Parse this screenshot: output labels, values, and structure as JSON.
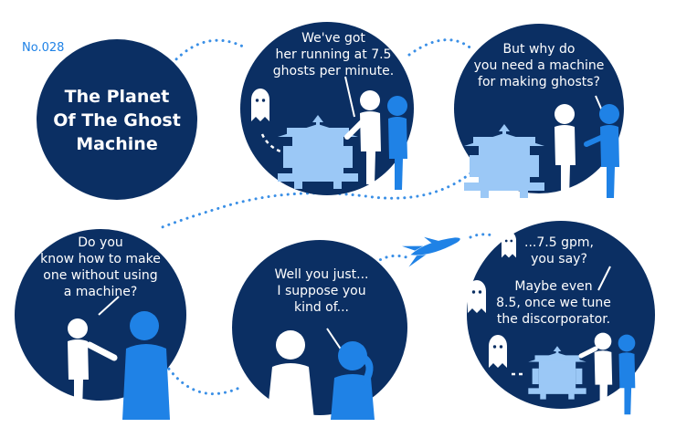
{
  "issue_number": "No.028",
  "title_lines": [
    "The Planet",
    "Of The Ghost",
    "Machine"
  ],
  "panels": {
    "p2": {
      "lines": [
        "We've got",
        "her running at 7.5",
        "ghosts per minute."
      ]
    },
    "p3": {
      "lines": [
        "But why do",
        "you need a machine",
        "for making ghosts?"
      ]
    },
    "p4": {
      "lines": [
        "Do you",
        "know how to make",
        "one without using",
        "a machine?"
      ]
    },
    "p5": {
      "lines": [
        "Well you just...",
        "I suppose you",
        "kind of..."
      ]
    },
    "p6": {
      "lines_a": [
        "...7.5 gpm,",
        "you say?"
      ],
      "lines_b": [
        "Maybe even",
        "8.5, once we tune",
        "the discorporator."
      ]
    }
  },
  "colors": {
    "navy": "#0b2f63",
    "blue": "#1f82e6",
    "light": "#9bc8f6",
    "white": "#ffffff",
    "dots": "#3a8fe6"
  }
}
